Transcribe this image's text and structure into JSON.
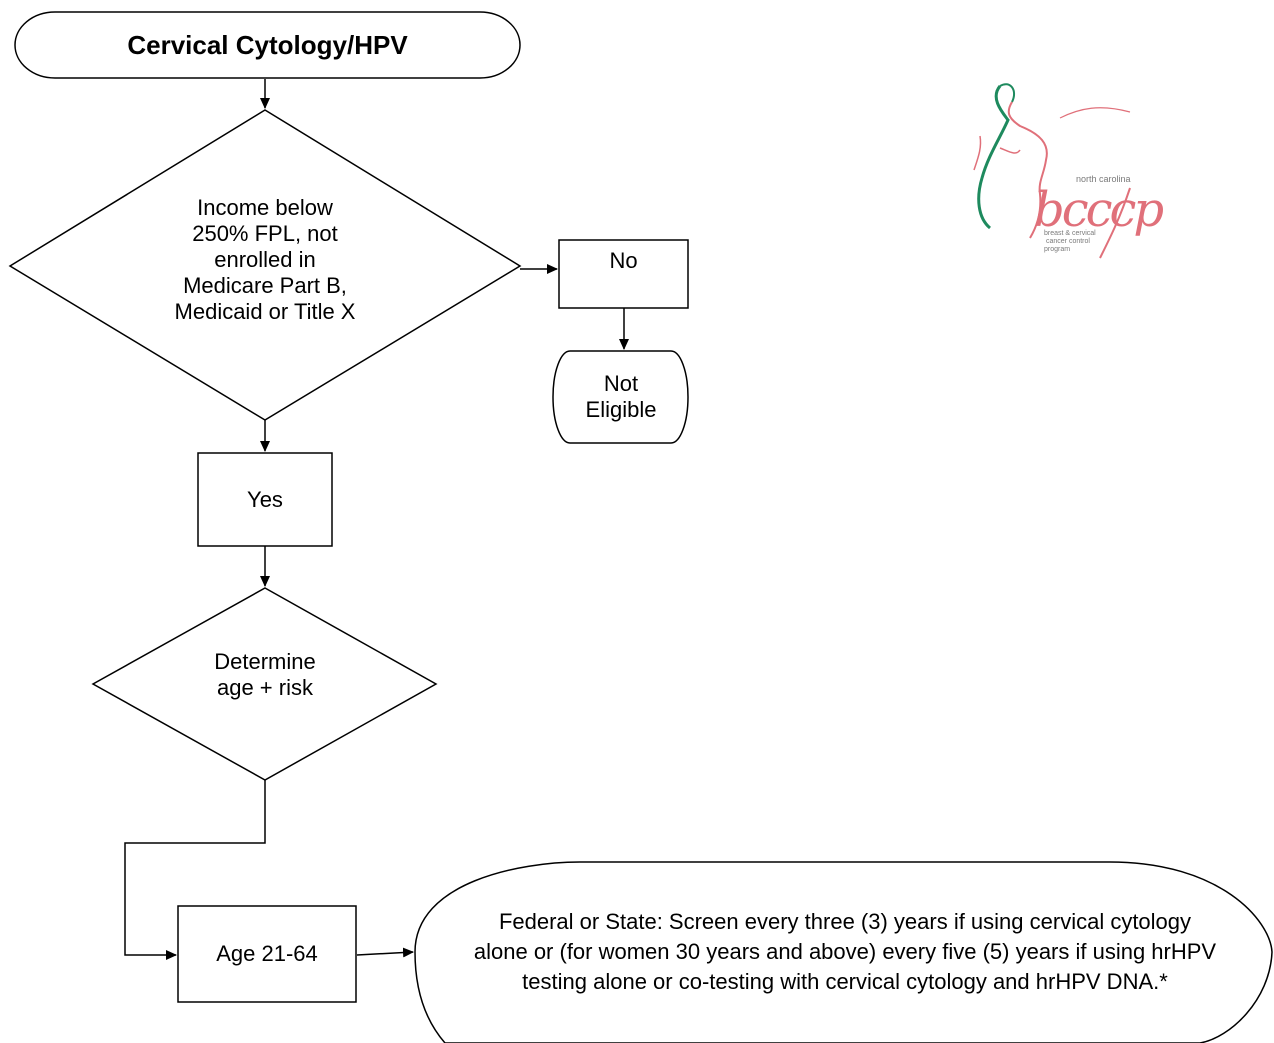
{
  "title": "Cervical Cytology/HPV",
  "nodes": {
    "eligibility_decision": "Income below\n250% FPL, not\nenrolled in\nMedicare Part B,\nMedicaid or Title X",
    "no_box": "No",
    "not_eligible": "Not\nEligible",
    "yes_box": "Yes",
    "age_risk_decision": "Determine\nage + risk",
    "age_box": "Age 21-64",
    "screening_result": "Federal or State: Screen every three (3) years if using cervical cytology alone or (for women 30 years and above) every five (5) years if using hrHPV testing alone or co-testing with cervical cytology and hrHPV DNA.*"
  },
  "logo": {
    "top_text": "north carolina",
    "mark": "bcccp",
    "line1": "breast & cervical",
    "line2": "cancer control",
    "line3": "program",
    "colors": {
      "pink": "#e0707a",
      "green": "#1e8a5e"
    }
  }
}
